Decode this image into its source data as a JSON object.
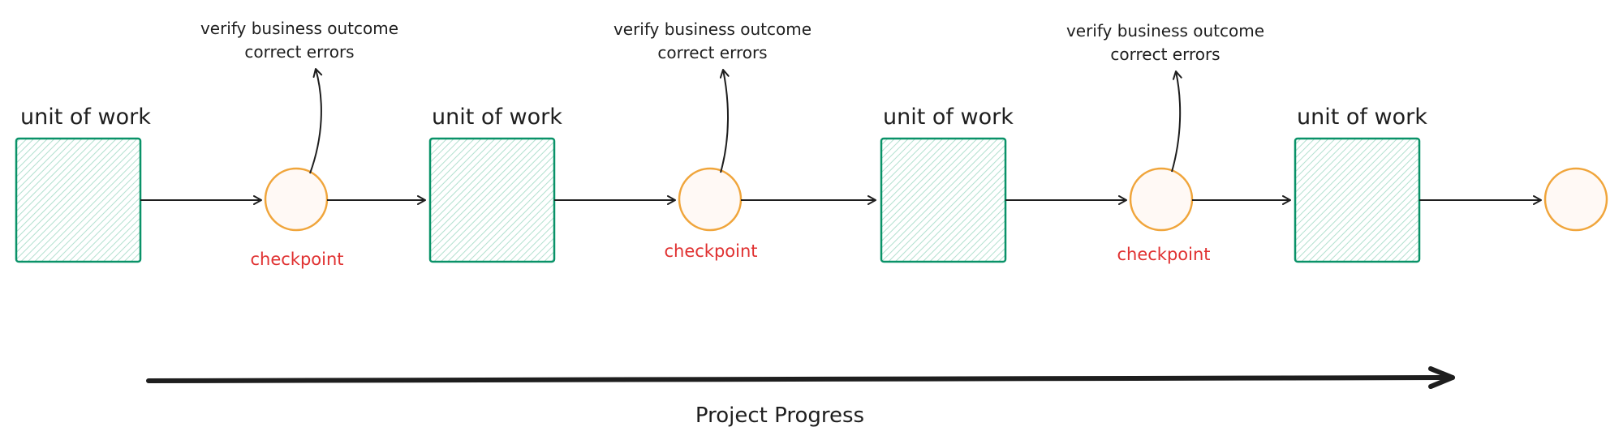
{
  "colors": {
    "box_stroke": "#099268",
    "box_hatch": "#b2e0cf",
    "circle_stroke": "#f0a53b",
    "circle_fill": "#fff9f5",
    "checkpoint_text": "#e03131",
    "line": "#1e1e1e"
  },
  "units": [
    {
      "label": "unit of work"
    },
    {
      "label": "unit of work"
    },
    {
      "label": "unit of work"
    },
    {
      "label": "unit of work"
    }
  ],
  "checkpoints": [
    {
      "label": "checkpoint",
      "note_line1": "verify business outcome",
      "note_line2": "correct errors"
    },
    {
      "label": "checkpoint",
      "note_line1": "verify business outcome",
      "note_line2": "correct errors"
    },
    {
      "label": "checkpoint",
      "note_line1": "verify business outcome",
      "note_line2": "correct errors"
    }
  ],
  "progress": {
    "label": "Project Progress"
  }
}
